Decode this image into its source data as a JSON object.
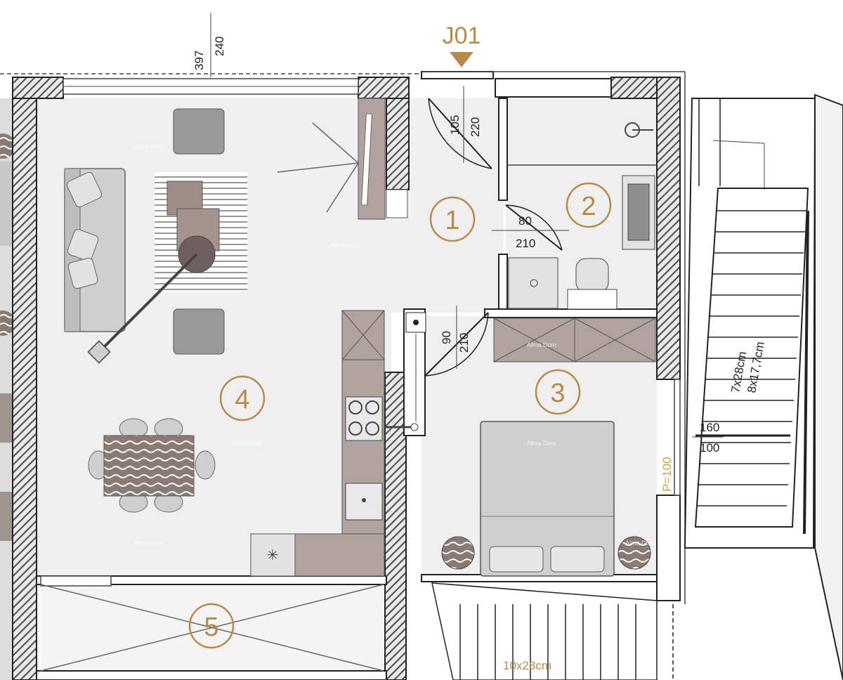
{
  "plan_title": "J01",
  "rooms": [
    {
      "number": "1"
    },
    {
      "number": "2"
    },
    {
      "number": "3"
    },
    {
      "number": "4"
    },
    {
      "number": "5"
    }
  ],
  "dimensions": {
    "window_top_a": "397",
    "window_top_b": "240",
    "entry_door_a": "105",
    "entry_door_b": "220",
    "bath_door_a": "80",
    "bath_door_b": "210",
    "bed_door_a": "90",
    "bed_door_b": "210",
    "stair_treads": "7x28cm",
    "stair_risers": "8x17,7cm",
    "landing_a": "160",
    "landing_b": "100",
    "wall_height": "P=100",
    "lower_stair": "10x28cm"
  },
  "watermark": "Alma Dom",
  "colors": {
    "wall": "#5a5a5a",
    "floor": "#efefef",
    "accent": "#b88a4a",
    "cabinet": "#b0a29e",
    "furniture": "#c8c8c8"
  }
}
